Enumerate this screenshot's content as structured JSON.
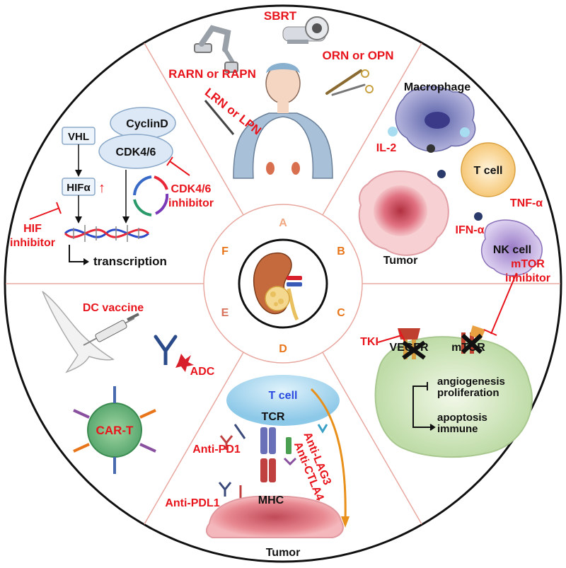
{
  "colors": {
    "accent_red": "#e8141c",
    "sector_letter": "#e8751a",
    "divider": "#e8a8a0",
    "outline": "#111111"
  },
  "sectors": {
    "A": "A",
    "B": "B",
    "C": "C",
    "D": "D",
    "E": "E",
    "F": "F"
  },
  "surgery": {
    "sbrt": "SBRT",
    "orn_opn": "ORN or OPN",
    "rarn_rapn": "RARN or RAPN",
    "lrn_lpn": "LRN or LPN"
  },
  "immune_cells": {
    "macrophage": "Macrophage",
    "il2": "IL-2",
    "t_cell": "T cell",
    "tnf": "TNF-α",
    "ifn": "IFN-α",
    "nk_cell": "NK cell",
    "tumor": "Tumor"
  },
  "targeted": {
    "mtor_inhibitor_1": "mTOR",
    "mtor_inhibitor_2": "inhibitor",
    "tki": "TKI",
    "vegfr": "VEGFR",
    "mtor": "mTOR",
    "angiogenesis": "angiogenesis",
    "proliferation": "proliferation",
    "apoptosis": "apoptosis",
    "immune": "immune"
  },
  "checkpoint": {
    "t_cell": "T cell",
    "tcr": "TCR",
    "anti_pd1": "Anti-PD1",
    "anti_lag3": "Anti-LAG3",
    "anti_ctla4": "Anti-CTLA4",
    "anti_pdl1": "Anti-PDL1",
    "mhc": "MHC",
    "tumor": "Tumor"
  },
  "cell_therapy": {
    "dc_vaccine": "DC vaccine",
    "adc": "ADC",
    "car_t": "CAR-T"
  },
  "molecular": {
    "vhl": "VHL",
    "hif": "HIFα",
    "hif_arrow": "↑",
    "cyclind": "CyclinD",
    "cdk46": "CDK4/6",
    "cdk46_inhibitor_1": "CDK4/6",
    "cdk46_inhibitor_2": "inhibitor",
    "hif_inhibitor_1": "HIF",
    "hif_inhibitor_2": "inhibitor",
    "transcription": "transcription"
  }
}
